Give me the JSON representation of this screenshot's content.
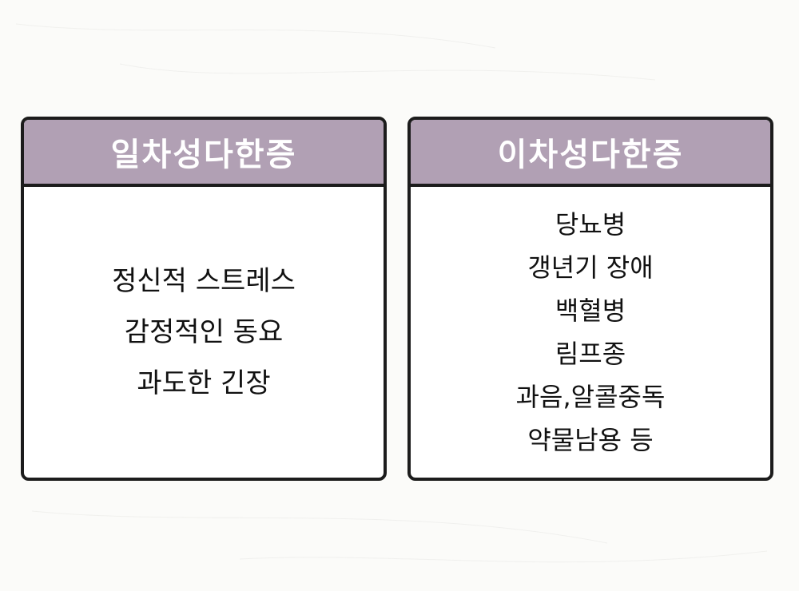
{
  "colors": {
    "background": "#fbfbf9",
    "header_fill": "#b1a0b4",
    "border": "#1c1c1c",
    "title_text": "#ffffff",
    "body_text": "#111111"
  },
  "cards": [
    {
      "title": "일차성다한증",
      "items": [
        "정신적 스트레스",
        "감정적인 동요",
        "과도한 긴장"
      ]
    },
    {
      "title": "이차성다한증",
      "items": [
        "당뇨병",
        "갱년기 장애",
        "백혈병",
        "림프종",
        "과음,알콜중독",
        "약물남용 등"
      ]
    }
  ]
}
